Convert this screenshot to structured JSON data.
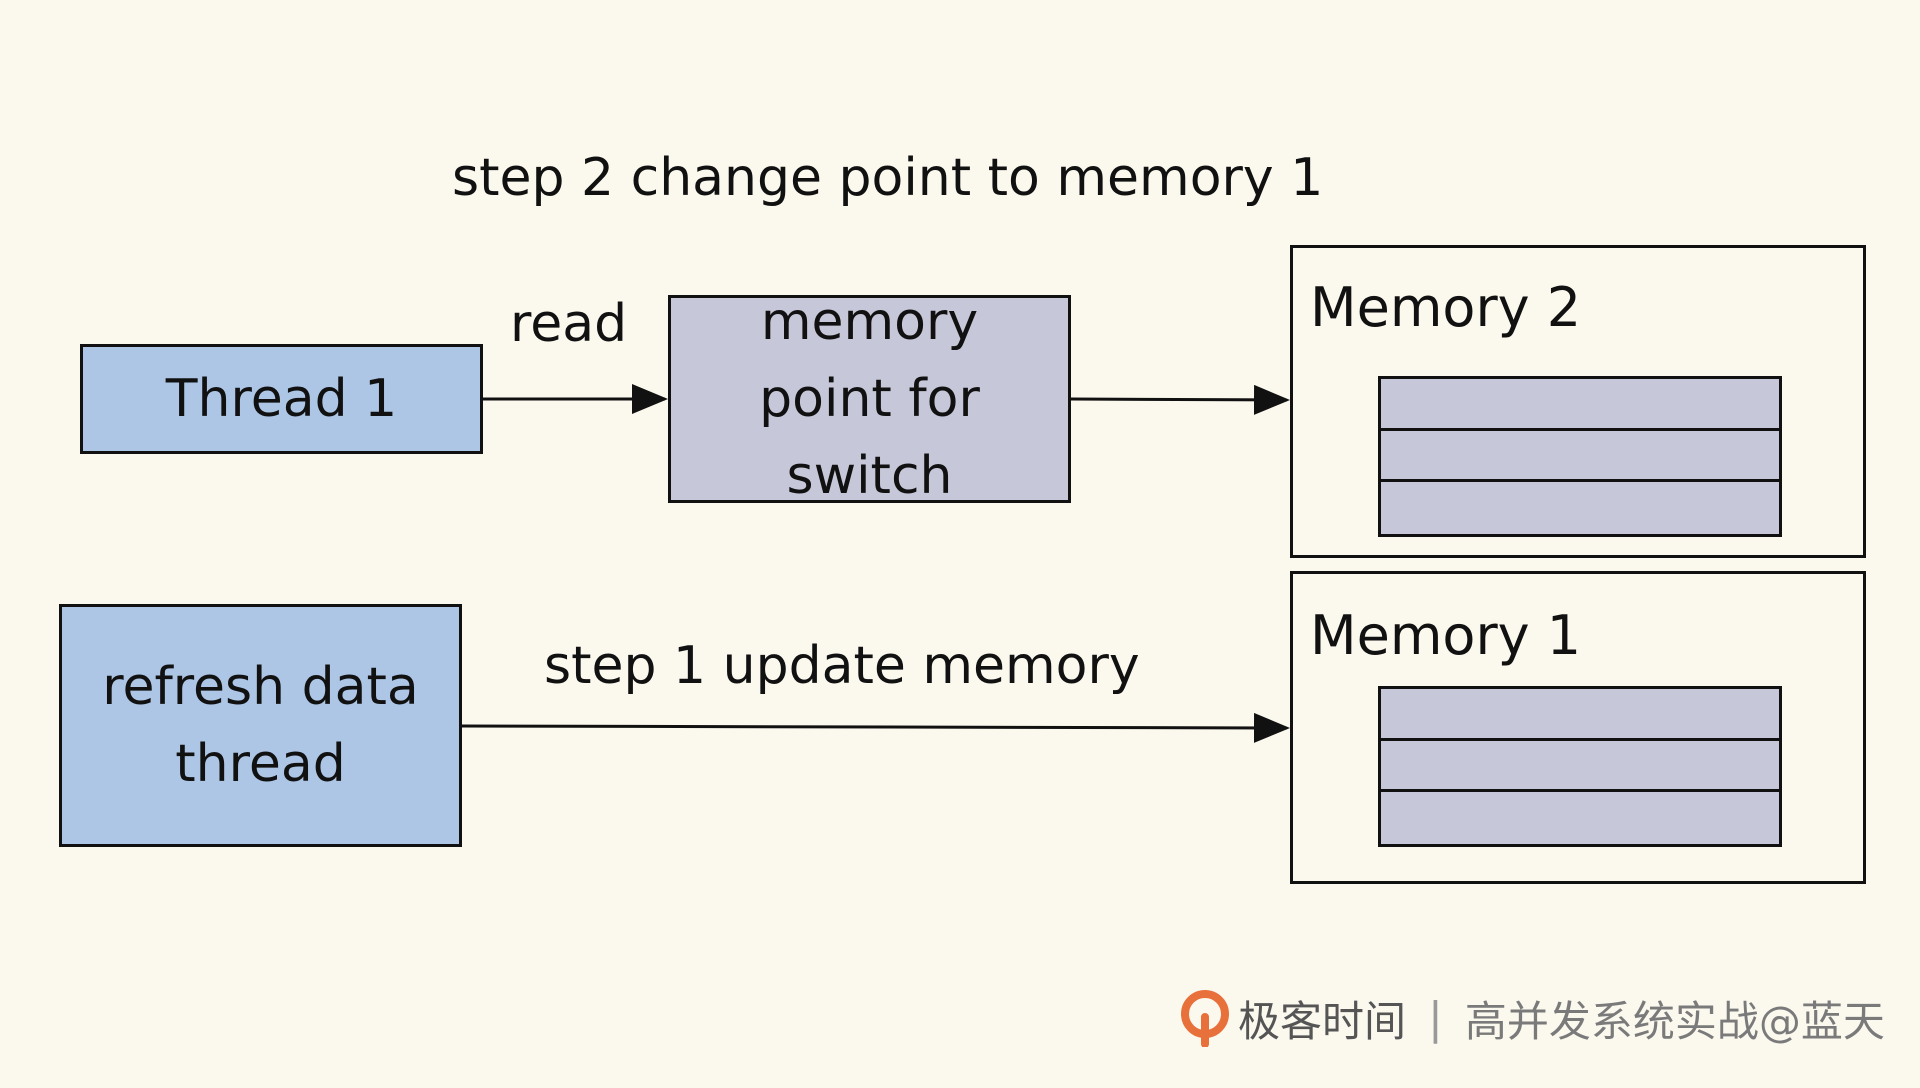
{
  "labels": {
    "step2": "step 2 change point to memory 1",
    "read": "read",
    "step1": "step 1 update memory"
  },
  "boxes": {
    "thread1": "Thread 1",
    "pointer_line1": "memory",
    "pointer_line2": "point for",
    "pointer_line3": "switch",
    "refresh_line1": "refresh data",
    "refresh_line2": "thread"
  },
  "memory": {
    "mem2_title": "Memory 2",
    "mem1_title": "Memory 1"
  },
  "watermark": {
    "brand": "极客时间",
    "separator": "|",
    "course": "高并发系统实战@蓝天"
  },
  "colors": {
    "background": "#fbf8ee",
    "thread_fill": "#adc6e6",
    "pointer_fill": "#c6c7d9",
    "logo_orange": "#e8703a"
  }
}
